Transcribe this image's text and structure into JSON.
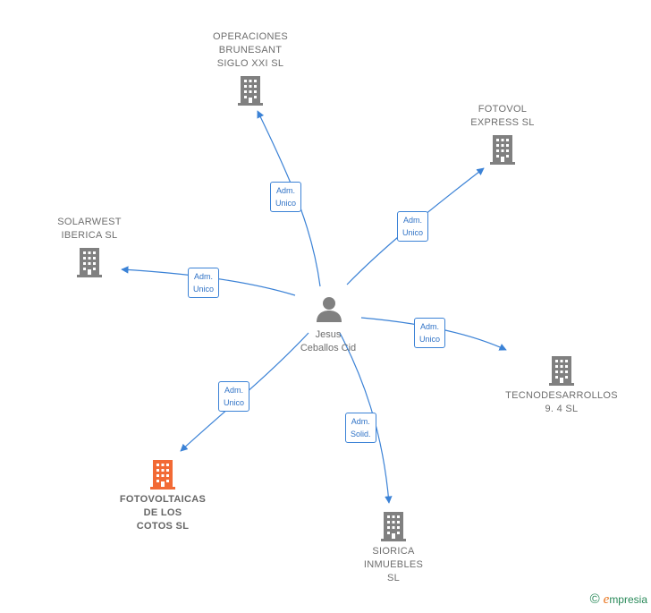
{
  "center": {
    "name": "Jesus\nCeballos Cid",
    "icon": "person-icon"
  },
  "companies": [
    {
      "id": "operaciones",
      "name": "OPERACIONES\nBRUNESANT\nSIGLO XXI  SL",
      "icon": "building-icon",
      "color": "#808080"
    },
    {
      "id": "fotovol",
      "name": "FOTOVOL\nEXPRESS  SL",
      "icon": "building-icon",
      "color": "#808080"
    },
    {
      "id": "solarwest",
      "name": "SOLARWEST\nIBERICA  SL",
      "icon": "building-icon",
      "color": "#808080"
    },
    {
      "id": "tecnodesarrollos",
      "name": "TECNODESARROLLOS\n9. 4  SL",
      "icon": "building-icon",
      "color": "#808080"
    },
    {
      "id": "fotovoltaicas",
      "name": "FOTOVOLTAICAS\nDE LOS\nCOTOS  SL",
      "icon": "building-icon",
      "color": "#f26a35"
    },
    {
      "id": "siorica",
      "name": "SIORICA\nINMUEBLES\nSL",
      "icon": "building-icon",
      "color": "#808080"
    }
  ],
  "edges": [
    {
      "to": "operaciones",
      "label": "Adm.\nUnico"
    },
    {
      "to": "fotovol",
      "label": "Adm.\nUnico"
    },
    {
      "to": "solarwest",
      "label": "Adm.\nUnico"
    },
    {
      "to": "tecnodesarrollos",
      "label": "Adm.\nUnico"
    },
    {
      "to": "fotovoltaicas",
      "label": "Adm.\nUnico"
    },
    {
      "to": "siorica",
      "label": "Adm.\nSolid."
    }
  ],
  "colors": {
    "edge": "#3b82d6",
    "node": "#808080",
    "highlight": "#f26a35"
  },
  "footer": {
    "copyright": "©",
    "brand_initial": "e",
    "brand_rest": "mpresia"
  }
}
